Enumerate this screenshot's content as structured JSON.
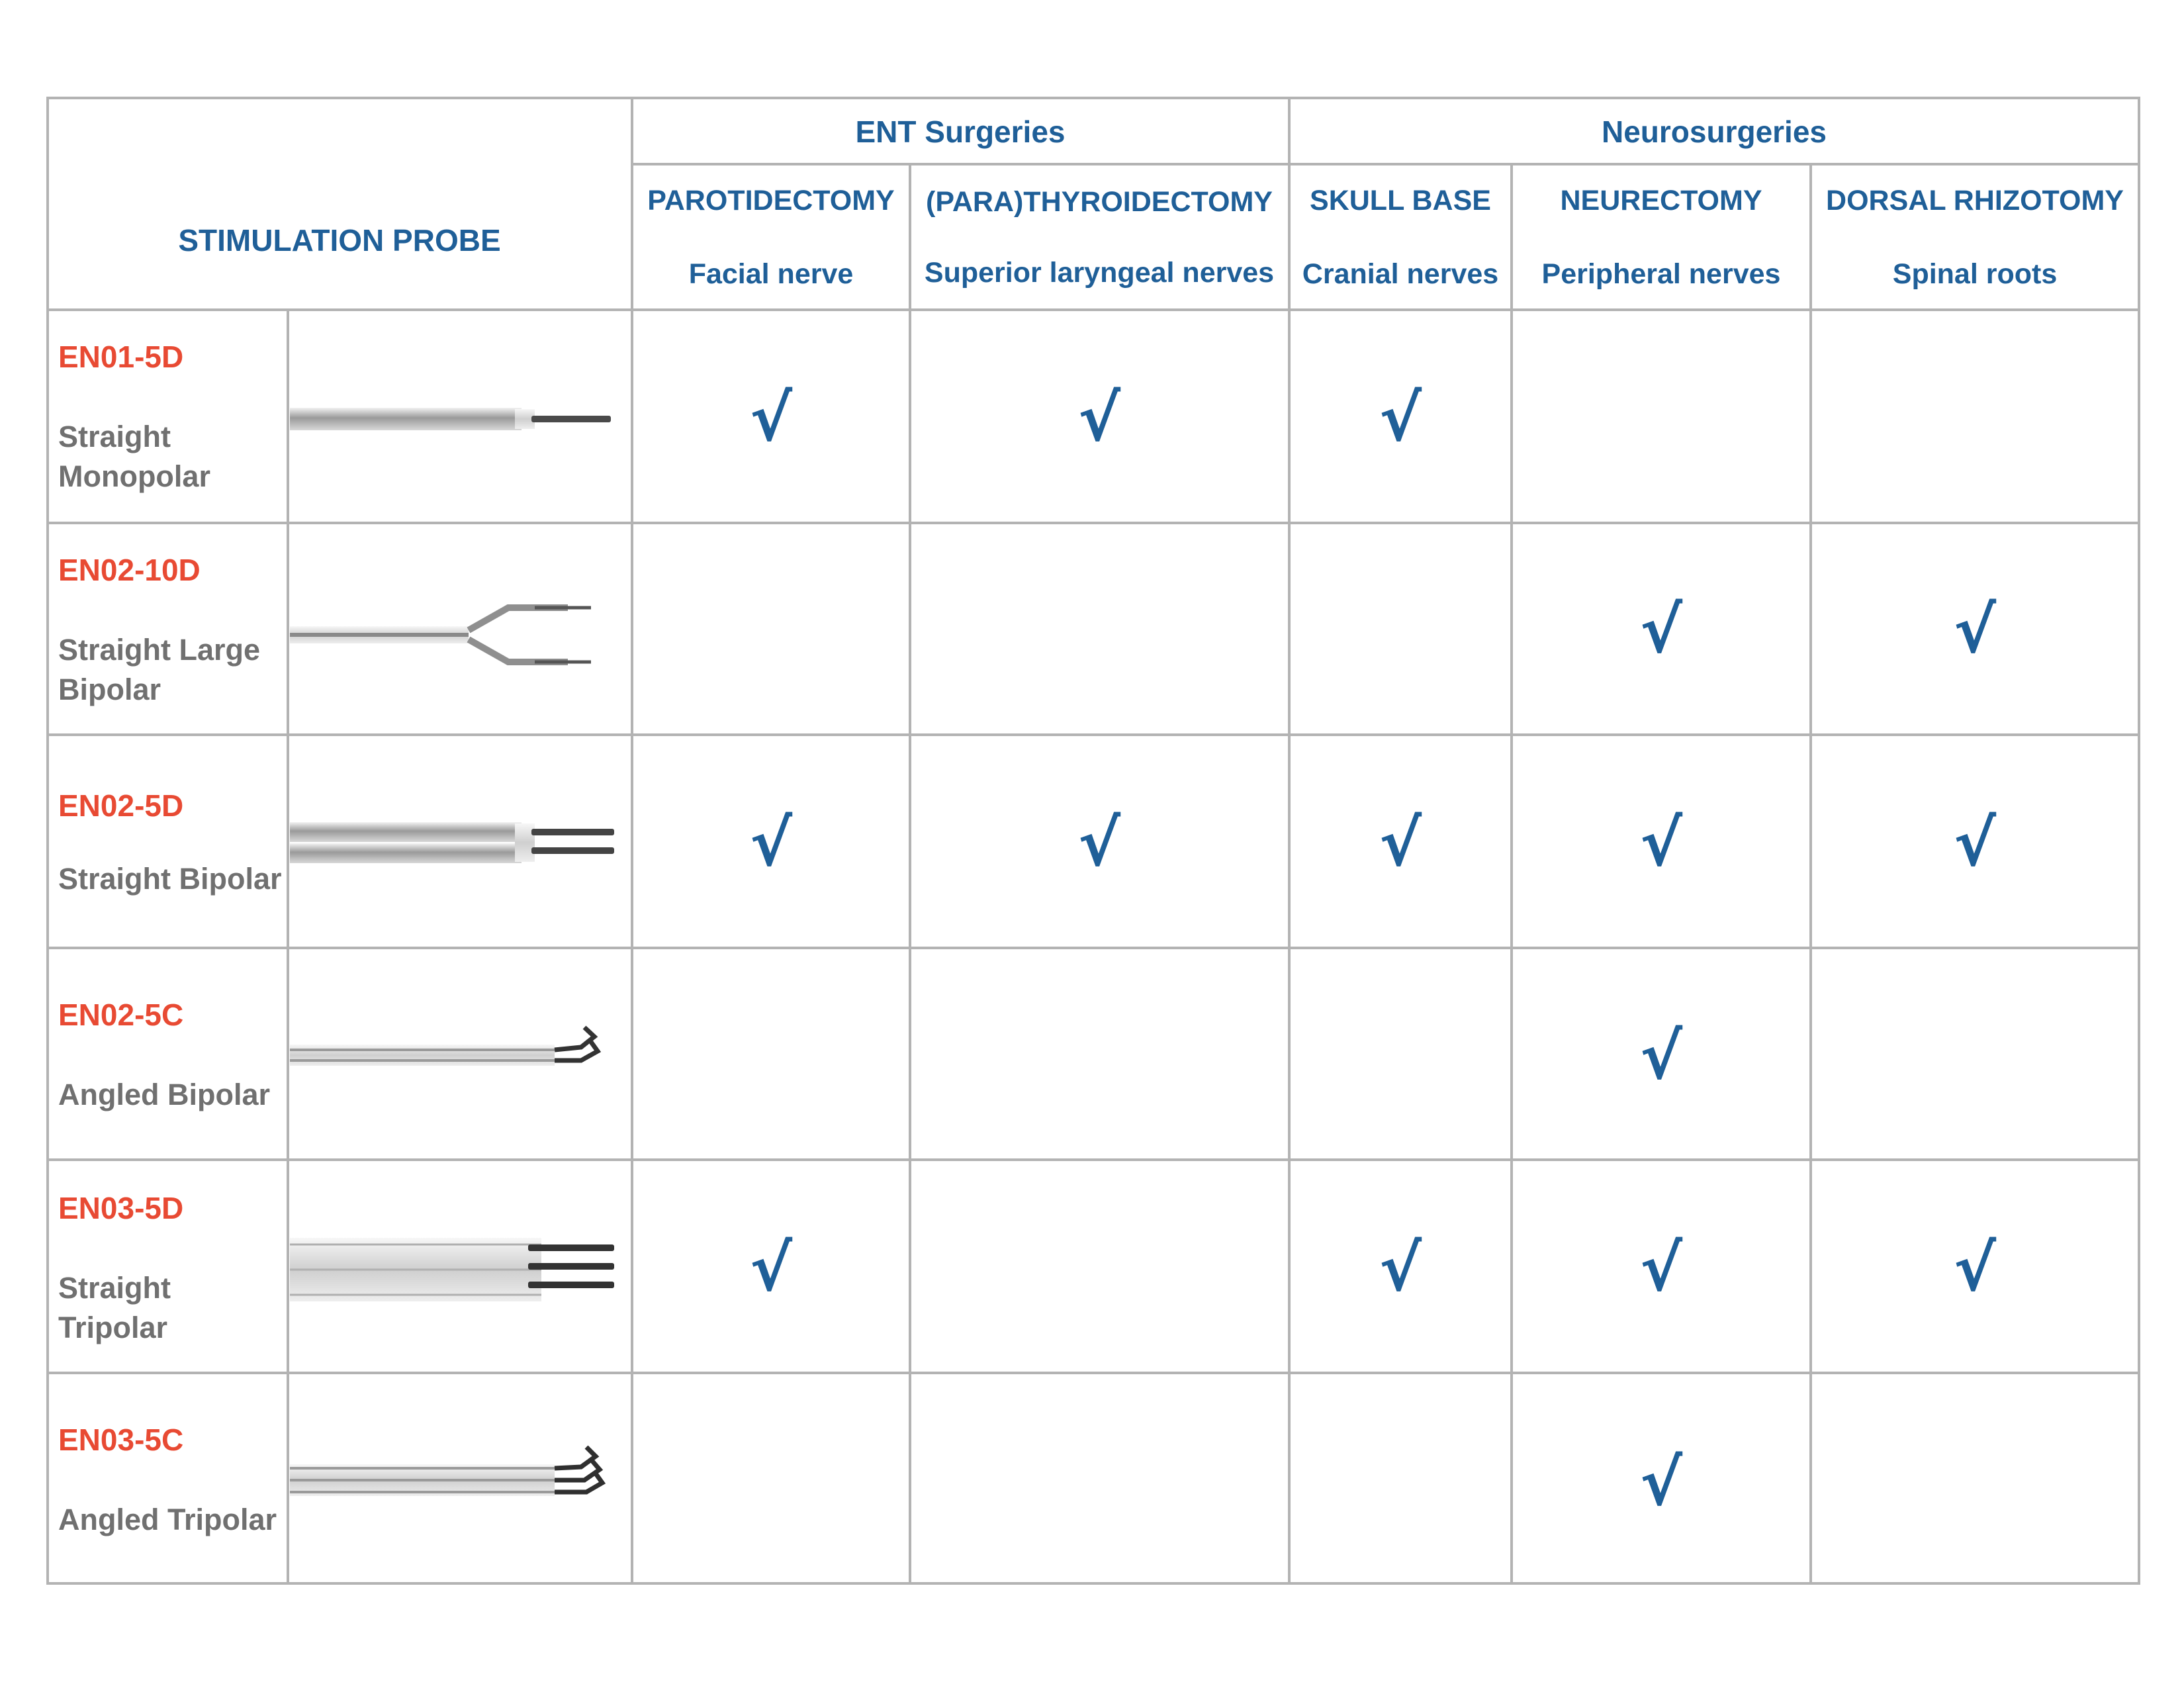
{
  "header": {
    "probe_label": "STIMULATION PROBE",
    "groups": [
      {
        "label": "ENT Surgeries"
      },
      {
        "label": "Neurosurgeries"
      }
    ],
    "columns": [
      {
        "procedure": "PAROTIDECTOMY",
        "target": "Facial nerve"
      },
      {
        "procedure": "(PARA)THYROIDECTOMY",
        "target": "Superior laryngeal nerves"
      },
      {
        "procedure": "SKULL BASE",
        "target": "Cranial nerves"
      },
      {
        "procedure": "NEURECTOMY",
        "target": "Peripheral nerves"
      },
      {
        "procedure": "DORSAL RHIZOTOMY",
        "target": "Spinal roots"
      }
    ]
  },
  "check_symbol": "√",
  "rows": [
    {
      "code": "EN01-5D",
      "description": "Straight Monopolar",
      "probe_icon": "straight-monopolar-probe-icon",
      "checks": [
        true,
        true,
        true,
        false,
        false
      ]
    },
    {
      "code": "EN02-10D",
      "description": "Straight Large Bipolar",
      "probe_icon": "large-bipolar-forked-probe-icon",
      "checks": [
        false,
        false,
        false,
        true,
        true
      ]
    },
    {
      "code": "EN02-5D",
      "description": "Straight Bipolar",
      "probe_icon": "straight-bipolar-probe-icon",
      "checks": [
        true,
        true,
        true,
        true,
        true
      ]
    },
    {
      "code": "EN02-5C",
      "description": "Angled Bipolar",
      "probe_icon": "angled-bipolar-probe-icon",
      "checks": [
        false,
        false,
        false,
        true,
        false
      ]
    },
    {
      "code": "EN03-5D",
      "description": "Straight Tripolar",
      "probe_icon": "straight-tripolar-probe-icon",
      "checks": [
        true,
        false,
        true,
        true,
        true
      ]
    },
    {
      "code": "EN03-5C",
      "description": "Angled Tripolar",
      "probe_icon": "angled-tripolar-probe-icon",
      "checks": [
        false,
        false,
        false,
        true,
        false
      ]
    }
  ],
  "colors": {
    "header_blue": "#1f5f98",
    "code_red": "#e84a33",
    "description_gray": "#707070",
    "grid_gray": "#b3b3b3"
  }
}
